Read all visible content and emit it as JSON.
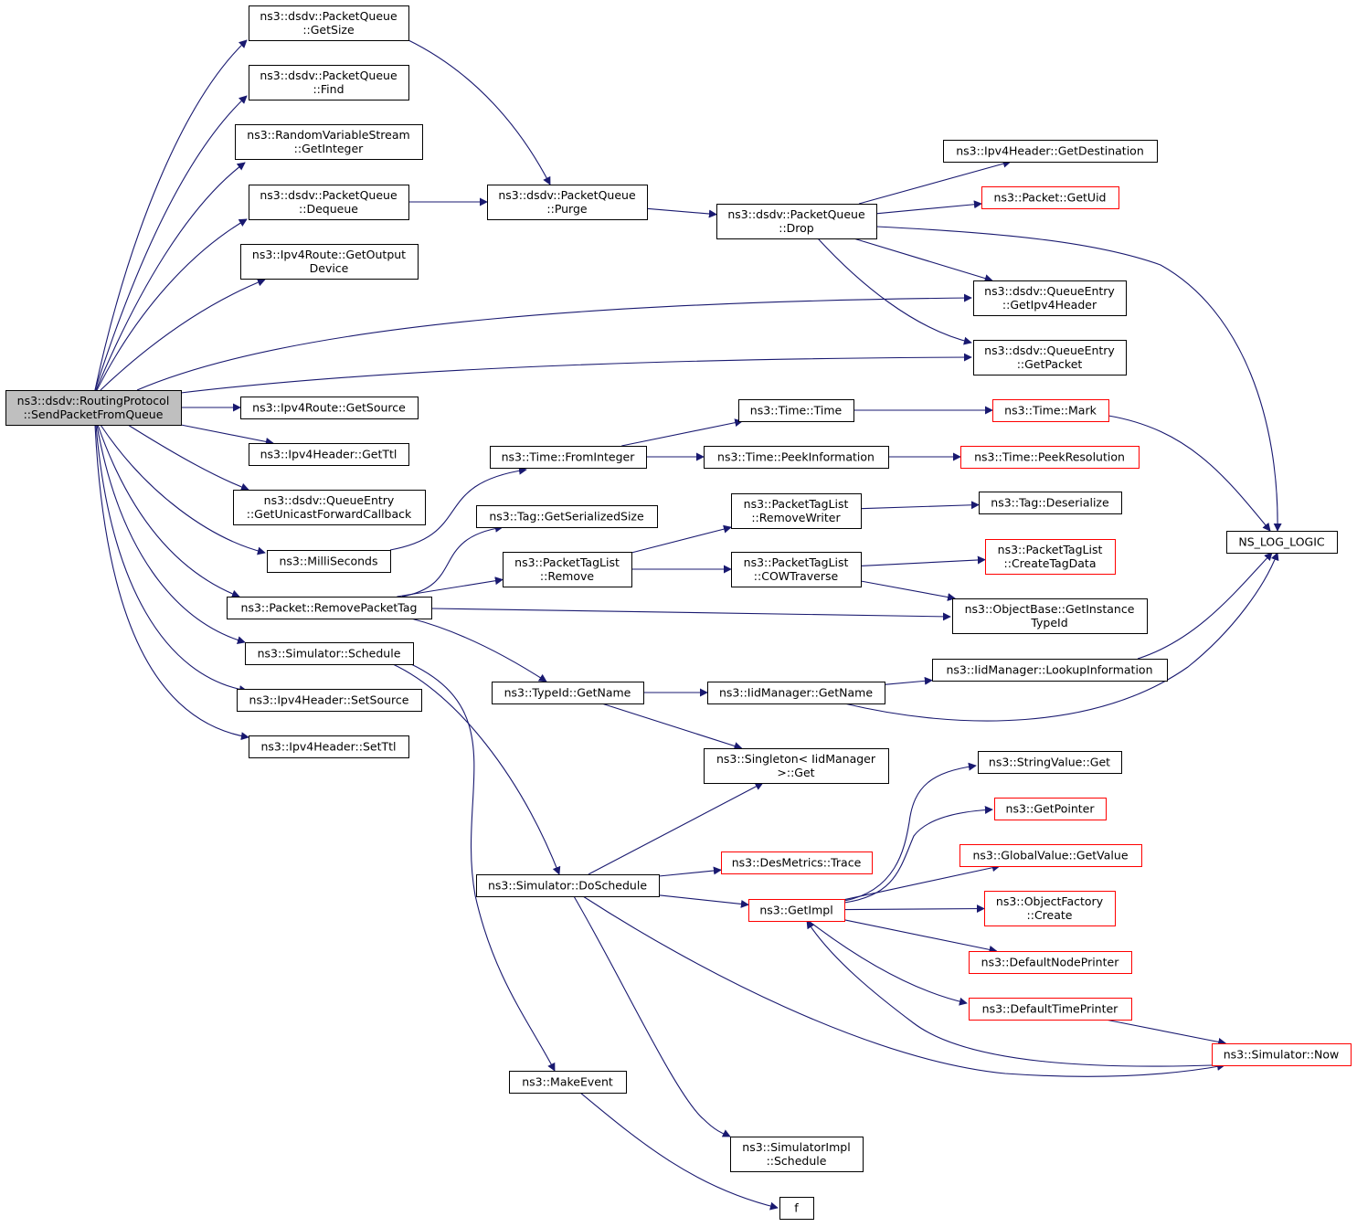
{
  "colors": {
    "edge": "#191970",
    "root_fill": "#bfbfbf",
    "node_fill": "#ffffff",
    "node_border": "#000000",
    "partial_border": "#ff0000"
  },
  "nodes": [
    {
      "id": "root",
      "lines": [
        "ns3::dsdv::RoutingProtocol",
        "::SendPacketFromQueue"
      ],
      "style": "root"
    },
    {
      "id": "getsize",
      "lines": [
        "ns3::dsdv::PacketQueue",
        "::GetSize"
      ],
      "style": "normal"
    },
    {
      "id": "find",
      "lines": [
        "ns3::dsdv::PacketQueue",
        "::Find"
      ],
      "style": "normal"
    },
    {
      "id": "getinteger",
      "lines": [
        "ns3::RandomVariableStream",
        "::GetInteger"
      ],
      "style": "normal"
    },
    {
      "id": "dequeue",
      "lines": [
        "ns3::dsdv::PacketQueue",
        "::Dequeue"
      ],
      "style": "normal"
    },
    {
      "id": "getoutputdevice",
      "lines": [
        "ns3::Ipv4Route::GetOutput",
        "Device"
      ],
      "style": "normal"
    },
    {
      "id": "getsource",
      "lines": [
        "ns3::Ipv4Route::GetSource"
      ],
      "style": "normal"
    },
    {
      "id": "getttl",
      "lines": [
        "ns3::Ipv4Header::GetTtl"
      ],
      "style": "normal"
    },
    {
      "id": "getucfwd",
      "lines": [
        "ns3::dsdv::QueueEntry",
        "::GetUnicastForwardCallback"
      ],
      "style": "normal"
    },
    {
      "id": "milliseconds",
      "lines": [
        "ns3::MilliSeconds"
      ],
      "style": "normal"
    },
    {
      "id": "removepackettag",
      "lines": [
        "ns3::Packet::RemovePacketTag"
      ],
      "style": "normal"
    },
    {
      "id": "schedule",
      "lines": [
        "ns3::Simulator::Schedule"
      ],
      "style": "normal"
    },
    {
      "id": "setsource",
      "lines": [
        "ns3::Ipv4Header::SetSource"
      ],
      "style": "normal"
    },
    {
      "id": "setttl",
      "lines": [
        "ns3::Ipv4Header::SetTtl"
      ],
      "style": "normal"
    },
    {
      "id": "purge",
      "lines": [
        "ns3::dsdv::PacketQueue",
        "::Purge"
      ],
      "style": "normal"
    },
    {
      "id": "drop",
      "lines": [
        "ns3::dsdv::PacketQueue",
        "::Drop"
      ],
      "style": "normal"
    },
    {
      "id": "getdestination",
      "lines": [
        "ns3::Ipv4Header::GetDestination"
      ],
      "style": "normal"
    },
    {
      "id": "getuid",
      "lines": [
        "ns3::Packet::GetUid"
      ],
      "style": "partial"
    },
    {
      "id": "getipv4header",
      "lines": [
        "ns3::dsdv::QueueEntry",
        "::GetIpv4Header"
      ],
      "style": "normal"
    },
    {
      "id": "getpacket",
      "lines": [
        "ns3::dsdv::QueueEntry",
        "::GetPacket"
      ],
      "style": "normal"
    },
    {
      "id": "nslog",
      "lines": [
        "NS_LOG_LOGIC"
      ],
      "style": "normal"
    },
    {
      "id": "fromint",
      "lines": [
        "ns3::Time::FromInteger"
      ],
      "style": "normal"
    },
    {
      "id": "timetime",
      "lines": [
        "ns3::Time::Time"
      ],
      "style": "normal"
    },
    {
      "id": "timemark",
      "lines": [
        "ns3::Time::Mark"
      ],
      "style": "partial"
    },
    {
      "id": "peekinfo",
      "lines": [
        "ns3::Time::PeekInformation"
      ],
      "style": "normal"
    },
    {
      "id": "peekres",
      "lines": [
        "ns3::Time::PeekResolution"
      ],
      "style": "partial"
    },
    {
      "id": "getsersize",
      "lines": [
        "ns3::Tag::GetSerializedSize"
      ],
      "style": "normal"
    },
    {
      "id": "ptlremove",
      "lines": [
        "ns3::PacketTagList",
        "::Remove"
      ],
      "style": "normal"
    },
    {
      "id": "removewriter",
      "lines": [
        "ns3::PacketTagList",
        "::RemoveWriter"
      ],
      "style": "normal"
    },
    {
      "id": "cowtraverse",
      "lines": [
        "ns3::PacketTagList",
        "::COWTraverse"
      ],
      "style": "normal"
    },
    {
      "id": "deserialize",
      "lines": [
        "ns3::Tag::Deserialize"
      ],
      "style": "normal"
    },
    {
      "id": "createtagdata",
      "lines": [
        "ns3::PacketTagList",
        "::CreateTagData"
      ],
      "style": "partial"
    },
    {
      "id": "getinsttypeid",
      "lines": [
        "ns3::ObjectBase::GetInstance",
        "TypeId"
      ],
      "style": "normal"
    },
    {
      "id": "typeidgetname",
      "lines": [
        "ns3::TypeId::GetName"
      ],
      "style": "normal"
    },
    {
      "id": "iidgetname",
      "lines": [
        "ns3::IidManager::GetName"
      ],
      "style": "normal"
    },
    {
      "id": "lookupinfo",
      "lines": [
        "ns3::IidManager::LookupInformation"
      ],
      "style": "normal"
    },
    {
      "id": "singletonget",
      "lines": [
        "ns3::Singleton< IidManager",
        ">::Get"
      ],
      "style": "normal"
    },
    {
      "id": "doschedule",
      "lines": [
        "ns3::Simulator::DoSchedule"
      ],
      "style": "normal"
    },
    {
      "id": "desmetrics",
      "lines": [
        "ns3::DesMetrics::Trace"
      ],
      "style": "partial"
    },
    {
      "id": "getimpl",
      "lines": [
        "ns3::GetImpl"
      ],
      "style": "partial"
    },
    {
      "id": "stringvalueget",
      "lines": [
        "ns3::StringValue::Get"
      ],
      "style": "normal"
    },
    {
      "id": "getpointer",
      "lines": [
        "ns3::GetPointer"
      ],
      "style": "partial"
    },
    {
      "id": "globalvalue",
      "lines": [
        "ns3::GlobalValue::GetValue"
      ],
      "style": "partial"
    },
    {
      "id": "objfactory",
      "lines": [
        "ns3::ObjectFactory",
        "::Create"
      ],
      "style": "partial"
    },
    {
      "id": "defnodeprinter",
      "lines": [
        "ns3::DefaultNodePrinter"
      ],
      "style": "partial"
    },
    {
      "id": "deftimeprinter",
      "lines": [
        "ns3::DefaultTimePrinter"
      ],
      "style": "partial"
    },
    {
      "id": "simnow",
      "lines": [
        "ns3::Simulator::Now"
      ],
      "style": "partial"
    },
    {
      "id": "makeevent",
      "lines": [
        "ns3::MakeEvent"
      ],
      "style": "normal"
    },
    {
      "id": "simimplschedule",
      "lines": [
        "ns3::SimulatorImpl",
        "::Schedule"
      ],
      "style": "normal"
    },
    {
      "id": "f",
      "lines": [
        "f"
      ],
      "style": "normal"
    }
  ],
  "edges": [
    [
      "root",
      "getsize"
    ],
    [
      "root",
      "find"
    ],
    [
      "root",
      "getinteger"
    ],
    [
      "root",
      "dequeue"
    ],
    [
      "root",
      "getoutputdevice"
    ],
    [
      "root",
      "getipv4header"
    ],
    [
      "root",
      "getpacket"
    ],
    [
      "root",
      "getsource"
    ],
    [
      "root",
      "getttl"
    ],
    [
      "root",
      "getucfwd"
    ],
    [
      "root",
      "milliseconds"
    ],
    [
      "root",
      "removepackettag"
    ],
    [
      "root",
      "schedule"
    ],
    [
      "root",
      "setsource"
    ],
    [
      "root",
      "setttl"
    ],
    [
      "getsize",
      "purge"
    ],
    [
      "dequeue",
      "purge"
    ],
    [
      "purge",
      "drop"
    ],
    [
      "drop",
      "getdestination"
    ],
    [
      "drop",
      "getuid"
    ],
    [
      "drop",
      "nslog"
    ],
    [
      "drop",
      "getipv4header"
    ],
    [
      "drop",
      "getpacket"
    ],
    [
      "milliseconds",
      "fromint"
    ],
    [
      "fromint",
      "timetime"
    ],
    [
      "fromint",
      "peekinfo"
    ],
    [
      "timetime",
      "timemark"
    ],
    [
      "timemark",
      "nslog"
    ],
    [
      "peekinfo",
      "peekres"
    ],
    [
      "removepackettag",
      "getsersize"
    ],
    [
      "removepackettag",
      "ptlremove"
    ],
    [
      "removepackettag",
      "getinsttypeid"
    ],
    [
      "removepackettag",
      "typeidgetname"
    ],
    [
      "ptlremove",
      "removewriter"
    ],
    [
      "ptlremove",
      "cowtraverse"
    ],
    [
      "removewriter",
      "deserialize"
    ],
    [
      "cowtraverse",
      "createtagdata"
    ],
    [
      "cowtraverse",
      "getinsttypeid"
    ],
    [
      "typeidgetname",
      "iidgetname"
    ],
    [
      "typeidgetname",
      "singletonget"
    ],
    [
      "iidgetname",
      "lookupinfo"
    ],
    [
      "iidgetname",
      "nslog"
    ],
    [
      "lookupinfo",
      "nslog"
    ],
    [
      "schedule",
      "doschedule"
    ],
    [
      "schedule",
      "makeevent"
    ],
    [
      "doschedule",
      "singletonget"
    ],
    [
      "doschedule",
      "desmetrics"
    ],
    [
      "doschedule",
      "getimpl"
    ],
    [
      "doschedule",
      "simimplschedule"
    ],
    [
      "doschedule",
      "simnow"
    ],
    [
      "getimpl",
      "stringvalueget"
    ],
    [
      "getimpl",
      "getpointer"
    ],
    [
      "getimpl",
      "globalvalue"
    ],
    [
      "getimpl",
      "objfactory"
    ],
    [
      "getimpl",
      "defnodeprinter"
    ],
    [
      "getimpl",
      "deftimeprinter"
    ],
    [
      "deftimeprinter",
      "simnow"
    ],
    [
      "simnow",
      "getimpl"
    ],
    [
      "makeevent",
      "f"
    ]
  ]
}
